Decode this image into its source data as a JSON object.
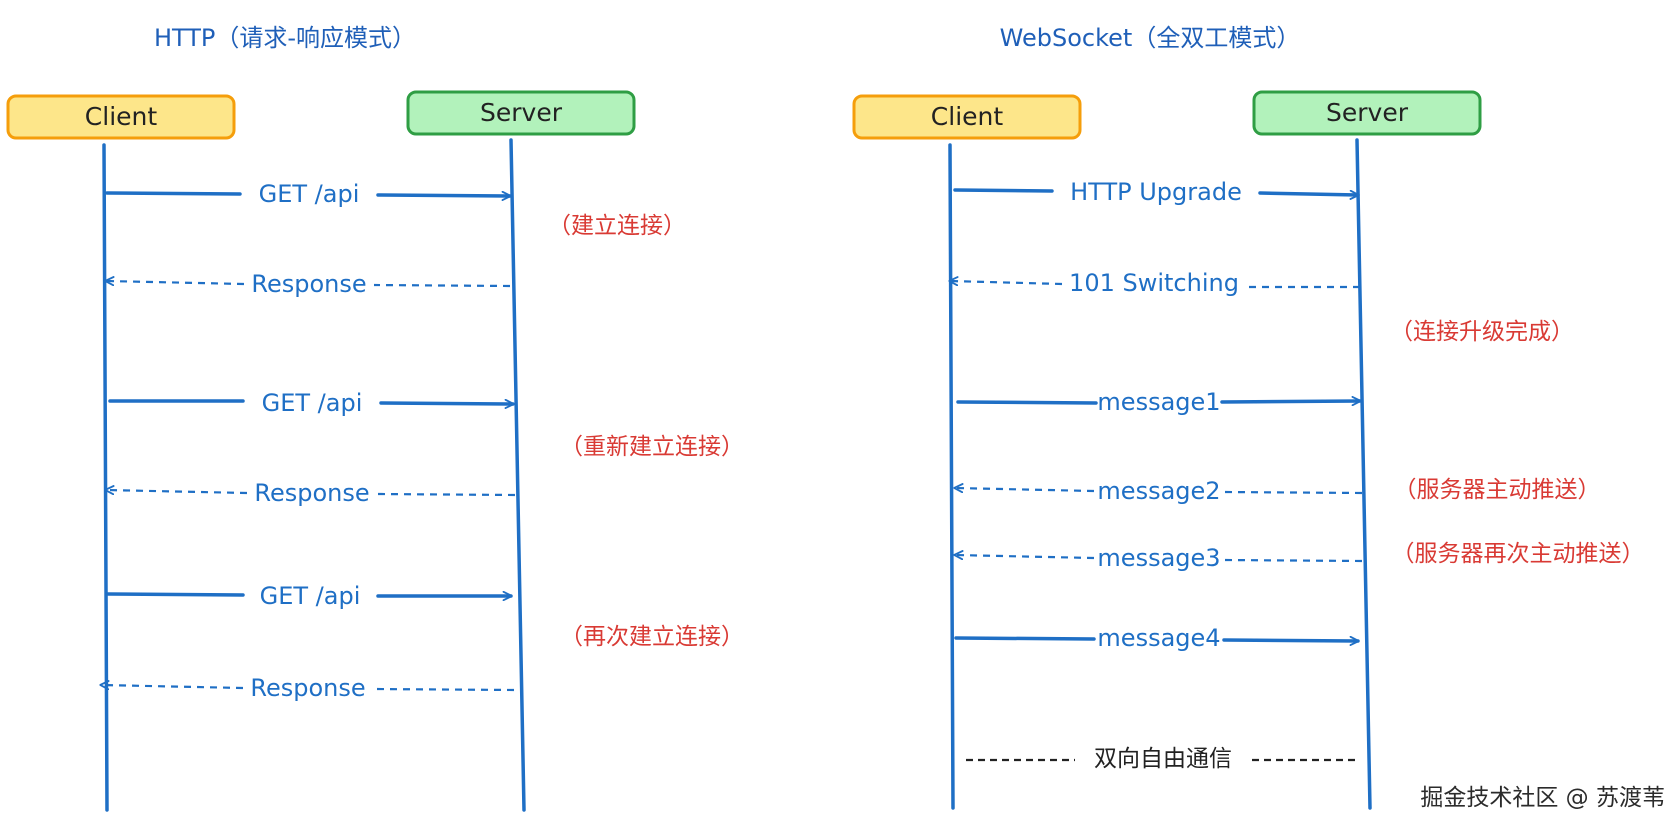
{
  "http": {
    "title": "HTTP（请求-响应模式）",
    "client_label": "Client",
    "server_label": "Server",
    "messages": [
      {
        "label": "GET /api",
        "kind": "request"
      },
      {
        "label": "Response",
        "kind": "response"
      },
      {
        "label": "GET /api",
        "kind": "request"
      },
      {
        "label": "Response",
        "kind": "response"
      },
      {
        "label": "GET /api",
        "kind": "request"
      },
      {
        "label": "Response",
        "kind": "response"
      }
    ],
    "notes": [
      "（建立连接）",
      "（重新建立连接）",
      "（再次建立连接）"
    ]
  },
  "websocket": {
    "title": "WebSocket（全双工模式）",
    "client_label": "Client",
    "server_label": "Server",
    "messages": [
      {
        "label": "HTTP Upgrade",
        "kind": "request"
      },
      {
        "label": "101 Switching",
        "kind": "response"
      },
      {
        "label": "message1",
        "kind": "request"
      },
      {
        "label": "message2",
        "kind": "response"
      },
      {
        "label": "message3",
        "kind": "response"
      },
      {
        "label": "message4",
        "kind": "request"
      }
    ],
    "notes": [
      "（连接升级完成）",
      "（服务器主动推送）",
      "（服务器再次主动推送）"
    ],
    "footer": "双向自由通信"
  },
  "watermark": "掘金技术社区 @ 苏渡苇",
  "colors": {
    "client_fill": "#fde68a",
    "client_stroke": "#f59e0b",
    "server_fill": "#b2f2bb",
    "server_stroke": "#2f9e44",
    "line": "#1f6fc5",
    "note": "#d93a34"
  }
}
